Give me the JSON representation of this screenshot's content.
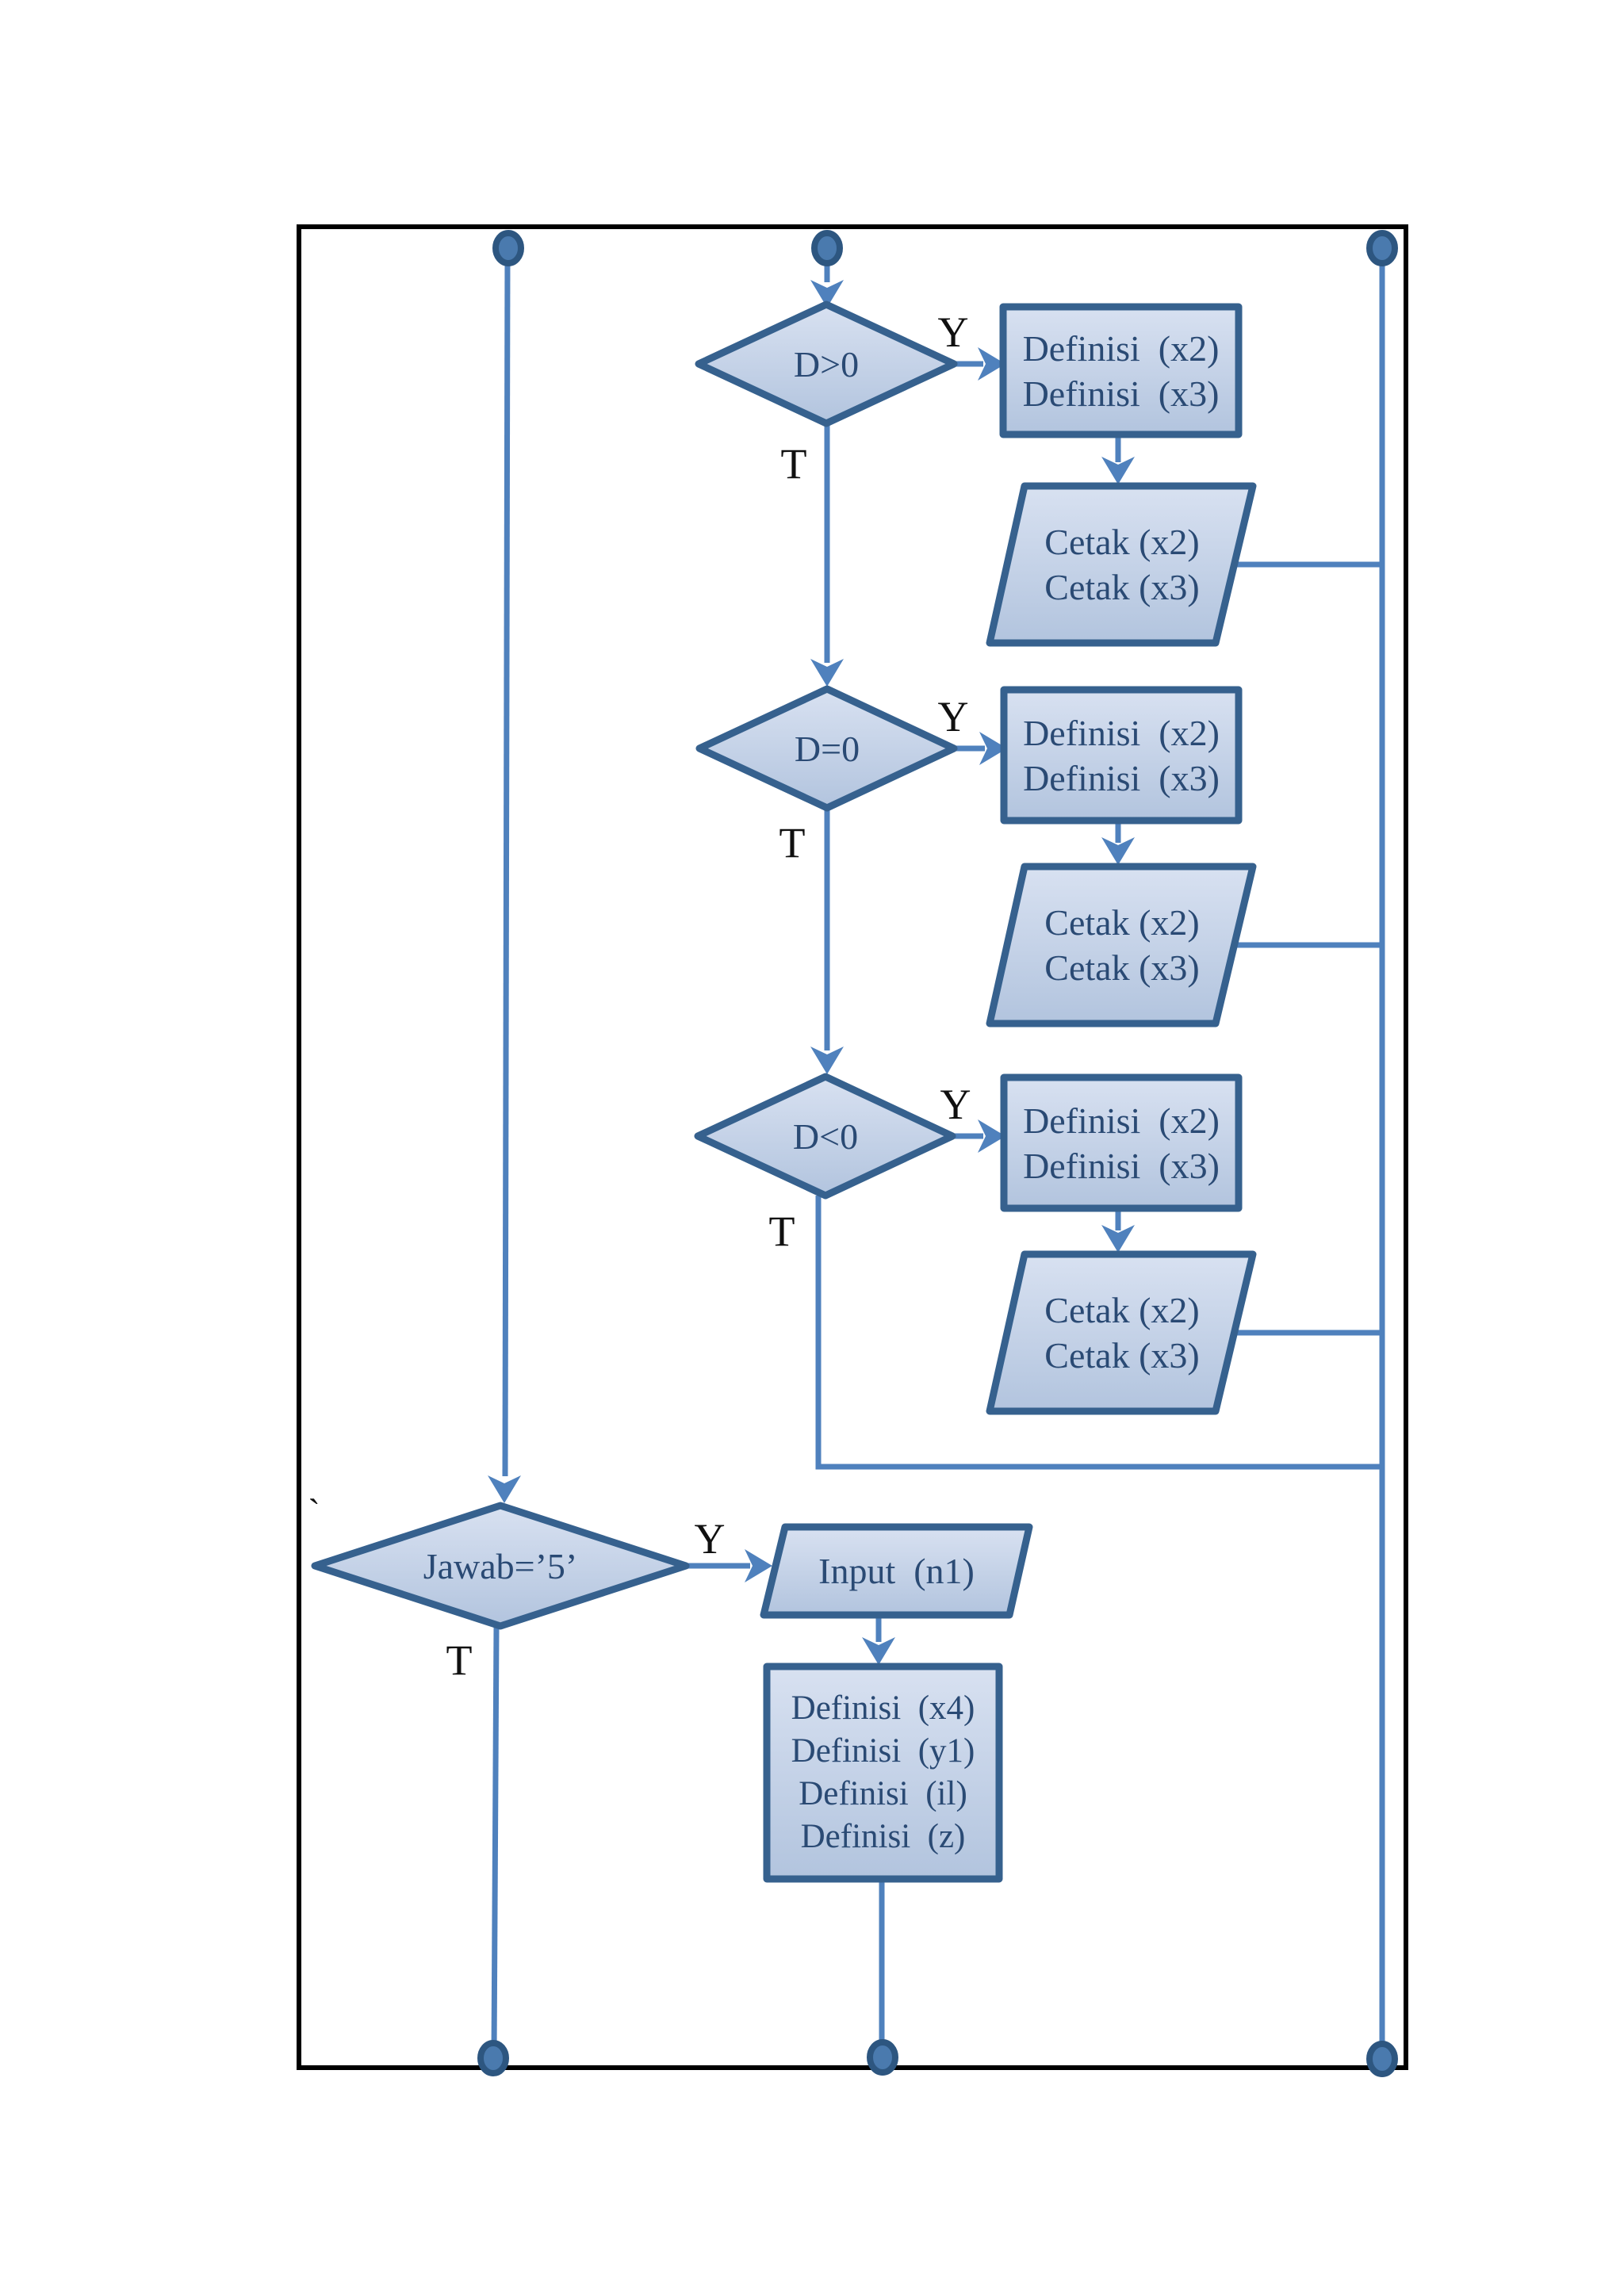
{
  "nodes": {
    "d1": {
      "type": "decision",
      "label": "D>0"
    },
    "d2": {
      "type": "decision",
      "label": "D=0"
    },
    "d3": {
      "type": "decision",
      "label": "D<0"
    },
    "jawab": {
      "type": "decision",
      "label": "Jawab=’5’"
    },
    "def1": {
      "type": "process",
      "line1": "Definisi  (x2)",
      "line2": "Definisi  (x3)"
    },
    "def2": {
      "type": "process",
      "line1": "Definisi  (x2)",
      "line2": "Definisi  (x3)"
    },
    "def3": {
      "type": "process",
      "line1": "Definisi  (x2)",
      "line2": "Definisi  (x3)"
    },
    "cetak1": {
      "type": "io",
      "line1": "Cetak (x2)",
      "line2": "Cetak (x3)"
    },
    "cetak2": {
      "type": "io",
      "line1": "Cetak (x2)",
      "line2": "Cetak (x3)"
    },
    "cetak3": {
      "type": "io",
      "line1": "Cetak (x2)",
      "line2": "Cetak (x3)"
    },
    "input": {
      "type": "io",
      "label": "Input  (n1)"
    },
    "def4": {
      "type": "process",
      "line1": "Definisi  (x4)",
      "line2": "Definisi  (y1)",
      "line3": "Definisi  (il)",
      "line4": "Definisi  (z)"
    }
  },
  "edge_labels": {
    "d1_yes": "Y",
    "d1_true": "T",
    "d2_yes": "Y",
    "d2_true": "T",
    "d3_yes": "Y",
    "d3_true": "T",
    "jawab_yes": "Y",
    "jawab_true": "T"
  },
  "annotations": {
    "stray_tick": "`"
  },
  "colors": {
    "connector": "#4f81bd",
    "shape_border": "#36618e",
    "shape_fill_top": "#d8e1f1",
    "shape_fill_bottom": "#b2c4de",
    "dot_fill": "#4a7aae",
    "dot_ring": "#2d5680",
    "shape_text": "#2a4a74",
    "edge_label_text": "#101010",
    "frame_border": "#000000",
    "background": "#ffffff"
  }
}
